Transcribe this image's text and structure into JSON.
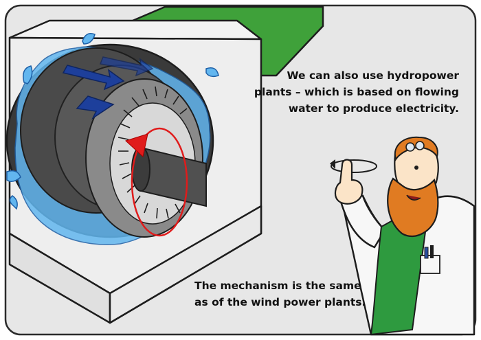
{
  "captions": {
    "top": {
      "lines": [
        "We can also use hydropower",
        "plants – which is based on flowing",
        "water to produce electricity."
      ]
    },
    "bottom": {
      "lines": [
        "The mechanism is the same",
        "as of the wind power plants."
      ]
    }
  },
  "colors": {
    "background": "#e7e7e7",
    "frame": "#2b2b2b",
    "housing": "#eeeeee",
    "green_pipe": "#3fa13a",
    "water": "#62b6ef",
    "turbine": "#4a4a4a",
    "rotation_arrow": "#e01b1b",
    "flow_arrow": "#1d3f9b",
    "beard": "#e07b22",
    "lab_coat": "#f7f7f7",
    "shirt": "#2e9a3f"
  },
  "illustration": {
    "turbine": "hydro-turbine-in-housing",
    "scientist": "bearded-scientist-pointing-up"
  }
}
